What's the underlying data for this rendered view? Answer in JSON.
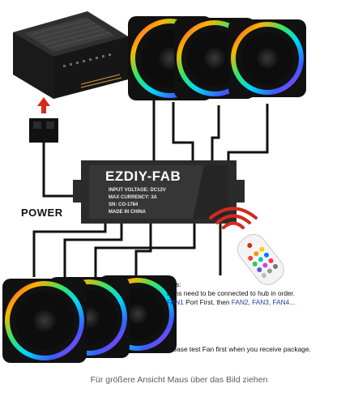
{
  "labels": {
    "power": "POWER",
    "hub_brand": "EZDIY-FAB",
    "hub_specs": [
      "INPUT VOLTAGE: DC12V",
      "MAX CURRENCY: 3A",
      "SN: CO-1784",
      "MADE IN CHINA"
    ]
  },
  "tips": {
    "heading": "Tips:",
    "line1": "Fans need to be connected to hub in order.",
    "line2_a": "FAN1",
    "line2_b": " Port First, then ",
    "line2_c": "FAN2, FAN3, FAN4...",
    "test_note": "Please test Fan first when you receive package."
  },
  "caption": "Für größere Ansicht Maus über das Bild ziehen",
  "colors": {
    "accent_blue": "#1f3f9a",
    "arrow_red": "#d32a1f",
    "hub_body": "#2b2b2b"
  }
}
